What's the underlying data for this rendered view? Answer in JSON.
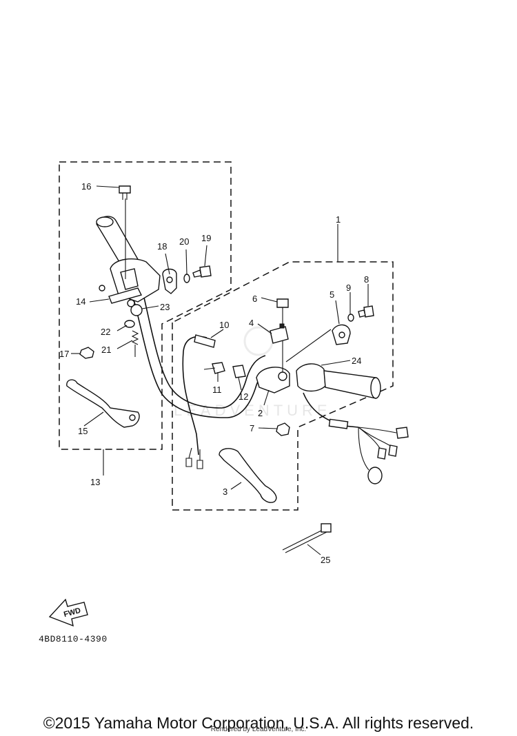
{
  "diagram": {
    "part_number": "4BD8110-4390",
    "direction_label": "FWD",
    "watermark": "LEADVENTURE",
    "callouts": [
      "1",
      "2",
      "3",
      "4",
      "5",
      "6",
      "7",
      "8",
      "9",
      "10",
      "11",
      "12",
      "13",
      "14",
      "15",
      "16",
      "17",
      "18",
      "19",
      "20",
      "21",
      "22",
      "23",
      "24",
      "25"
    ]
  },
  "footer": {
    "copyright": "©2015 Yamaha Motor Corporation, U.S.A. All rights reserved.",
    "rendered_by": "Rendered by LeadVenture, Inc."
  }
}
